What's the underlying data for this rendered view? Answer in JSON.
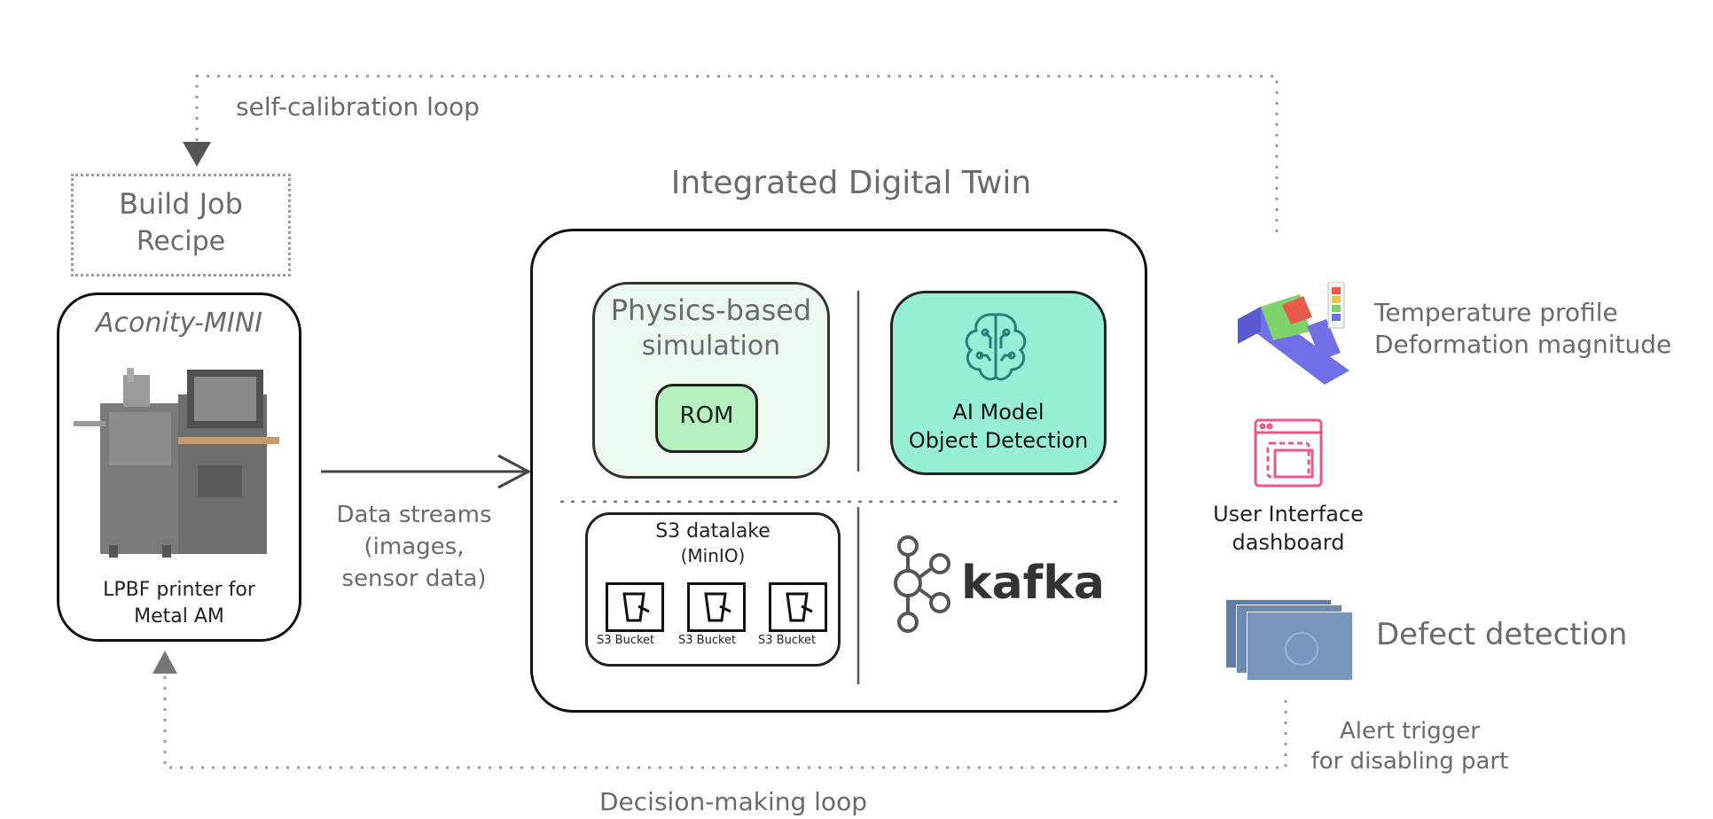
{
  "loops": {
    "self_calibration": "self-calibration loop",
    "decision_making": "Decision-making loop"
  },
  "build_job": {
    "line1": "Build Job",
    "line2": "Recipe"
  },
  "printer": {
    "title": "Aconity-MINI",
    "caption_line1": "LPBF printer for",
    "caption_line2": "Metal AM"
  },
  "data_streams": {
    "line1": "Data streams",
    "line2": "(images,",
    "line3": "sensor data)"
  },
  "twin": {
    "title": "Integrated Digital Twin",
    "physics": {
      "line1": "Physics-based",
      "line2": "simulation",
      "rom": "ROM"
    },
    "ai": {
      "line1": "AI Model",
      "line2": "Object Detection"
    },
    "datalake": {
      "line1": "S3 datalake",
      "line2": "(MinIO)",
      "buckets": [
        "S3 Bucket",
        "S3 Bucket",
        "S3 Bucket"
      ]
    },
    "kafka": "kafka"
  },
  "outputs": {
    "temperature": {
      "line1": "Temperature profile",
      "line2": "Deformation magnitude"
    },
    "ui": {
      "line1": "User Interface",
      "line2": "dashboard"
    },
    "defect": "Defect detection",
    "alert": {
      "line1": "Alert trigger",
      "line2": "for disabling part"
    }
  },
  "colors": {
    "physics_bg": "#eaf8ee",
    "rom_bg": "#b5f0bf",
    "ai_bg": "#97eed6",
    "ui_icon": "#e8588a",
    "beam_blue": "#6f6fe8"
  }
}
